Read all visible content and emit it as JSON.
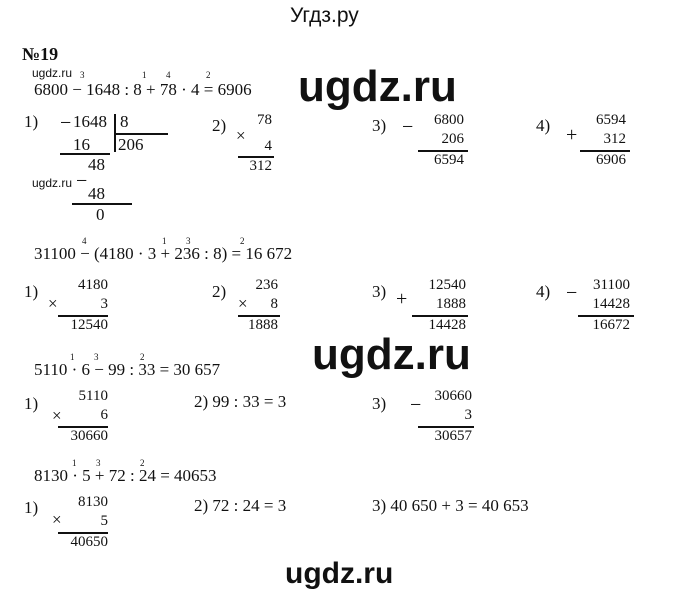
{
  "header": {
    "site": "Угдз.ру"
  },
  "watermark": "ugdz.ru",
  "small_watermark": "ugdz.ru",
  "problem_number": "№19",
  "e1": {
    "expr": "6800 − 1648 : 8 + 78 · 4 = 6906",
    "ord": [
      "3",
      "1",
      "4",
      "2"
    ],
    "s1": {
      "label": "1)",
      "dividend": "1648",
      "divisor": "8",
      "quotient": "206",
      "sub1": "16",
      "rem1": "48",
      "sub2": "48",
      "rem2": "0"
    },
    "s2": {
      "label": "2)",
      "a": "78",
      "b": "4",
      "r": "312"
    },
    "s3": {
      "label": "3)",
      "a": "6800",
      "b": "206",
      "r": "6594"
    },
    "s4": {
      "label": "4)",
      "a": "6594",
      "b": "312",
      "r": "6906"
    }
  },
  "e2": {
    "expr": "31100 − (4180 · 3 + 236 : 8) = 16 672",
    "ord": [
      "4",
      "1",
      "3",
      "2"
    ],
    "s1": {
      "label": "1)",
      "a": "4180",
      "b": "3",
      "r": "12540"
    },
    "s2": {
      "label": "2)",
      "a": "236",
      "b": "8",
      "r": "1888"
    },
    "s3": {
      "label": "3)",
      "a": "12540",
      "b": "1888",
      "r": "14428"
    },
    "s4": {
      "label": "4)",
      "a": "31100",
      "b": "14428",
      "r": "16672"
    }
  },
  "e3": {
    "expr": "5110 · 6 − 99 : 33 = 30 657",
    "ord": [
      "1",
      "3",
      "2"
    ],
    "s1": {
      "label": "1)",
      "a": "5110",
      "b": "6",
      "r": "30660"
    },
    "s2": {
      "text": "2) 99 : 33 = 3"
    },
    "s3": {
      "label": "3)",
      "a": "30660",
      "b": "3",
      "r": "30657"
    }
  },
  "e4": {
    "expr": "8130 · 5 + 72 : 24 = 40653",
    "ord": [
      "1",
      "3",
      "2"
    ],
    "s1": {
      "label": "1)",
      "a": "8130",
      "b": "5",
      "r": "40650"
    },
    "s2": {
      "text": "2) 72 : 24 = 3"
    },
    "s3": {
      "text": "3) 40 650 + 3 = 40 653"
    }
  }
}
